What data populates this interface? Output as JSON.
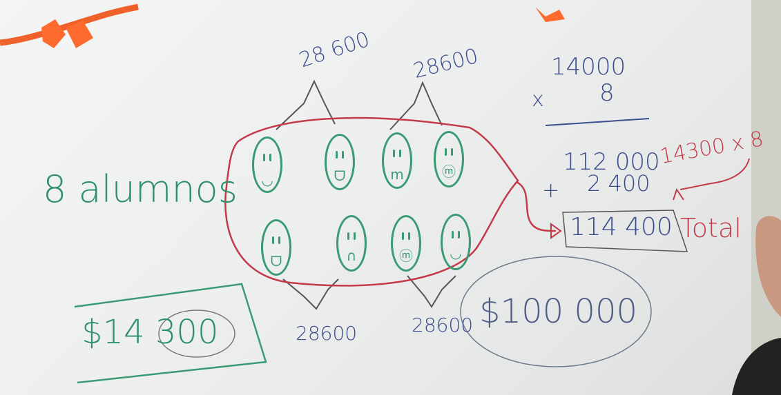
{
  "board": {
    "students_label": "8 alumnos",
    "price_per_student": "$14 300",
    "budget": "$100 000",
    "pair_totals": {
      "top_left": "28 600",
      "top_right": "28600",
      "bottom_left": "28600",
      "bottom_right": "28600"
    },
    "multiplication": {
      "operator": "x",
      "multiplicand": "14000",
      "multiplier": "8"
    },
    "addition": {
      "operator": "+",
      "addend_one": "112 000",
      "addend_two": "2 400",
      "sum": "114 400"
    },
    "side_note": "14300 x 8",
    "total_label": "Total"
  },
  "colors": {
    "green_marker": "#2f8f6a",
    "blue_marker": "#3a4d8c",
    "red_marker": "#c33a4a",
    "orange_decoration": "#f0602a"
  }
}
